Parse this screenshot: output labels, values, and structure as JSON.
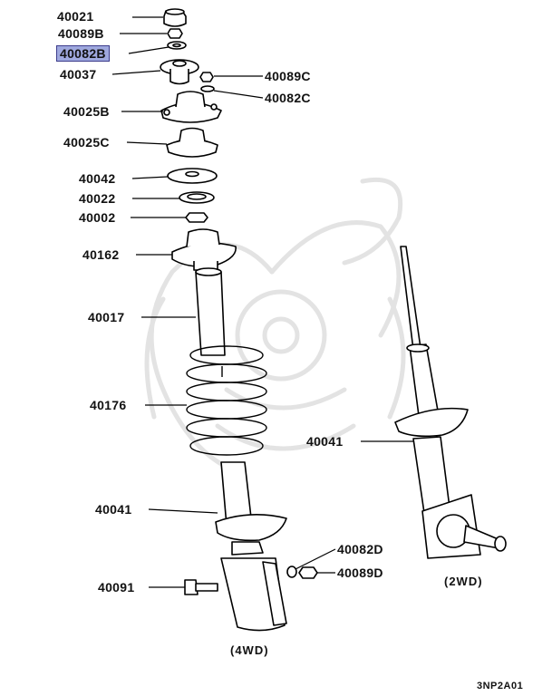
{
  "labels": {
    "l40021": "40021",
    "l40089B": "40089B",
    "l40082B": "40082B",
    "l40037": "40037",
    "l40089C": "40089C",
    "l40082C": "40082C",
    "l40025B": "40025B",
    "l40025C": "40025C",
    "l40042": "40042",
    "l40022": "40022",
    "l40002": "40002",
    "l40162": "40162",
    "l40017": "40017",
    "l40176": "40176",
    "l40041_left": "40041",
    "l40041_right": "40041",
    "l40082D": "40082D",
    "l40089D": "40089D",
    "l40091": "40091"
  },
  "captions": {
    "wd4": "(4WD)",
    "wd2": "(2WD)"
  },
  "diagram_code": "3NP2A01",
  "highlight_color": "#9fa8de"
}
